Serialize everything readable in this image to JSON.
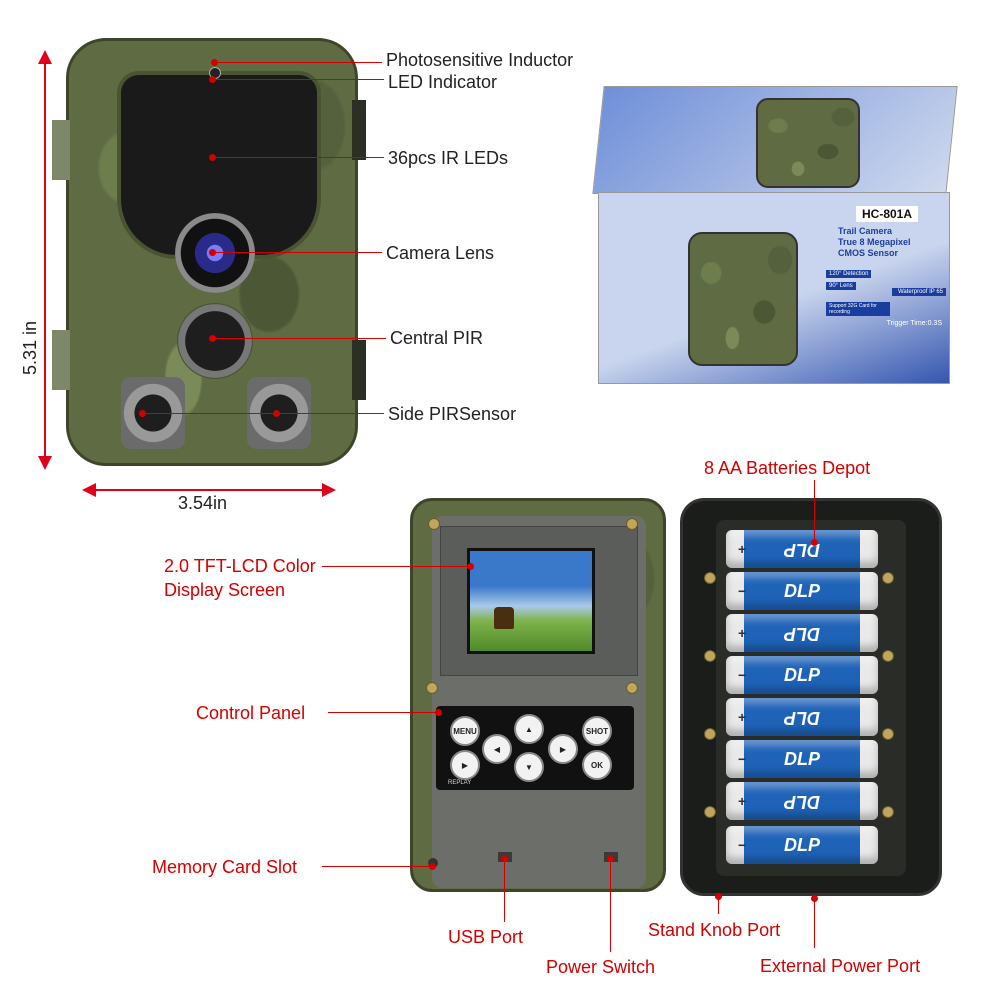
{
  "dimensions": {
    "height": "5.31 in",
    "width": "3.54in"
  },
  "front_labels": {
    "photosensitive": "Photosensitive Inductor",
    "led": "LED Indicator",
    "ir_leds": "36pcs IR LEDs",
    "lens": "Camera Lens",
    "central_pir": "Central PIR",
    "side_pir": "Side PIRSensor"
  },
  "box": {
    "model": "HC-801A",
    "line1": "Trail Camera",
    "line2": "True 8 Megapixel",
    "line3": "CMOS Sensor",
    "tag_detection": "120° Detection",
    "tag_lens": "90° Lens",
    "tag_waterproof": "Waterproof IP 65",
    "tag_support": "Support 32G Card for recording",
    "tag_trigger": "Trigger Time:0.3S"
  },
  "inside_labels": {
    "batteries": "8 AA Batteries Depot",
    "display_1": "2.0 TFT-LCD Color",
    "display_2": "Display Screen",
    "control_panel": "Control Panel",
    "memory_card": "Memory Card Slot",
    "usb": "USB Port",
    "power_switch": "Power Switch",
    "stand_knob": "Stand Knob Port",
    "external_power": "External Power Port"
  },
  "buttons": {
    "menu": "MENU",
    "shot": "SHOT",
    "ok": "OK",
    "replay": "REPLAY"
  },
  "battery_brand": "DLP",
  "colors": {
    "label_red": "#d40000",
    "battery_blue": "#1e63b8",
    "camo_green": "#5f6b42"
  }
}
